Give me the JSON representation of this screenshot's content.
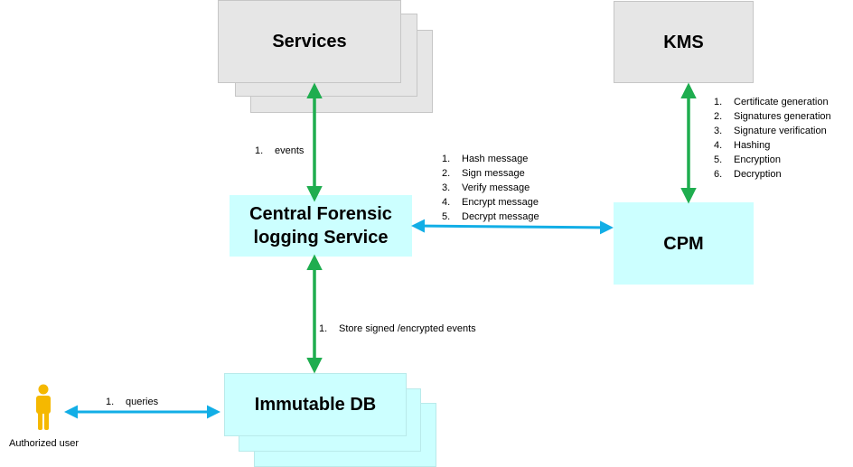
{
  "nodes": {
    "services": "Services",
    "kms": "KMS",
    "central": "Central Forensic logging Service",
    "cpm": "CPM",
    "immutable_db": "Immutable DB"
  },
  "actor": {
    "label": "Authorized user"
  },
  "edges": {
    "services_central": [
      "events"
    ],
    "central_cpm": [
      "Hash message",
      "Sign message",
      "Verify message",
      "Encrypt message",
      "Decrypt message"
    ],
    "kms_cpm": [
      "Certificate generation",
      "Signatures generation",
      "Signature verification",
      "Hashing",
      "Encryption",
      "Decryption"
    ],
    "central_db": [
      "Store signed /encrypted events"
    ],
    "user_db": [
      "queries"
    ]
  },
  "colors": {
    "green_arrow": "#1fad4f",
    "blue_arrow": "#12aee6",
    "user_icon": "#f5b800",
    "gray_box": "#e6e6e6",
    "cyan_box": "#ccffff"
  }
}
